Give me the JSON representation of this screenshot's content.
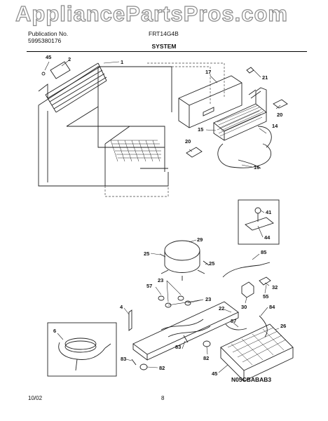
{
  "watermark": "AppliancePartsPros.com",
  "header": {
    "publication_label": "Publication No.",
    "publication_number": "5995380176",
    "model": "FRT14G4B",
    "section_title": "SYSTEM"
  },
  "footer": {
    "date": "10/02",
    "page": "8",
    "diagram_code": "N05CBABAB3"
  },
  "callouts": [
    "45",
    "2",
    "1",
    "17",
    "21",
    "20",
    "15",
    "14",
    "20",
    "16",
    "41",
    "44",
    "29",
    "25",
    "85",
    "25",
    "57",
    "23",
    "30",
    "32",
    "55",
    "4",
    "23",
    "22",
    "84",
    "6",
    "87",
    "26",
    "83",
    "82",
    "83",
    "82",
    "45"
  ]
}
